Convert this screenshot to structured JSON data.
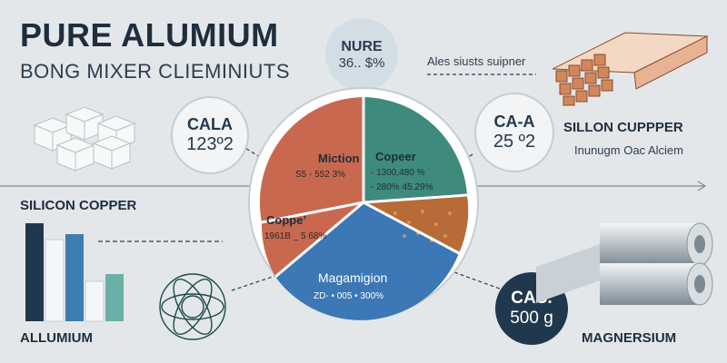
{
  "header": {
    "title": "PURE ALUMIUM",
    "subtitle": "BONG MIXER CLIEMINIUTS"
  },
  "top_badge": {
    "title": "NURE",
    "value": "36.. $%"
  },
  "left_badge": {
    "title": "CALA",
    "value": "123º2"
  },
  "right_badge": {
    "title": "CA-A",
    "value": "25 º2"
  },
  "bottom_badge": {
    "title": "CAS.",
    "value": "500 g"
  },
  "annotation_top_right": "Ales siusts suipner",
  "right_section": {
    "title": "SILLON CUPPPER",
    "caption": "Inunugm Oac Alciem"
  },
  "left_section": {
    "title": "SILICON COPPER"
  },
  "bottom_left_label": "ALLUMIUM",
  "bottom_right_label": "MAGNERSIUM",
  "pie": {
    "segments": [
      {
        "label": "Miction",
        "sub": "S5 - 552 3%",
        "color": "#c8694f"
      },
      {
        "label": "Copeer",
        "sub1": "- 1300,480 %",
        "sub2": "- 280% 45.29%",
        "color": "#3e8a7c"
      },
      {
        "label": "Coppe’",
        "sub": "1961B _ 5 68%",
        "color": "#c8694f"
      },
      {
        "label": "Magamigion",
        "sub": "ZD- • 005 • 300%",
        "color": "#3b78b5"
      }
    ]
  },
  "colors": {
    "background": "#e3e7ea",
    "navy": "#20384e",
    "terracotta": "#c8694f",
    "teal": "#3e8a7c",
    "blue": "#3b78b5"
  }
}
